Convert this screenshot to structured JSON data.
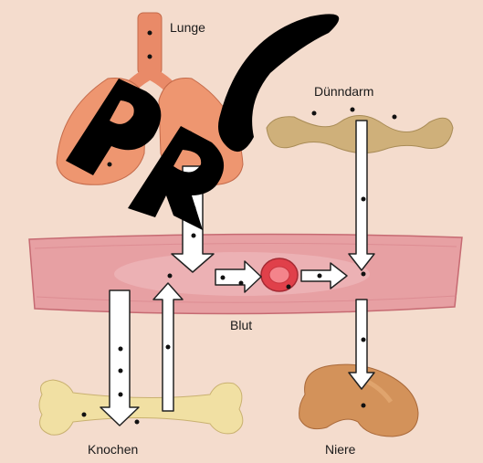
{
  "labels": {
    "lung": "Lunge",
    "small_intestine": "Dünndarm",
    "blood": "Blut",
    "bone": "Knochen",
    "kidney": "Niere"
  },
  "watermark": "PRO",
  "colors": {
    "background": "#f4dccd",
    "lung": "#ee9670",
    "trachea": "#e98a68",
    "blood_vessel": "#e7a0a3",
    "intestine": "#cfb07a",
    "bone": "#f1e0a3",
    "kidney": "#d3925a",
    "red_blood_cell": "#e0404a",
    "arrow_fill": "#ffffff",
    "arrow_outline": "#222222",
    "watermark": "#000000"
  }
}
